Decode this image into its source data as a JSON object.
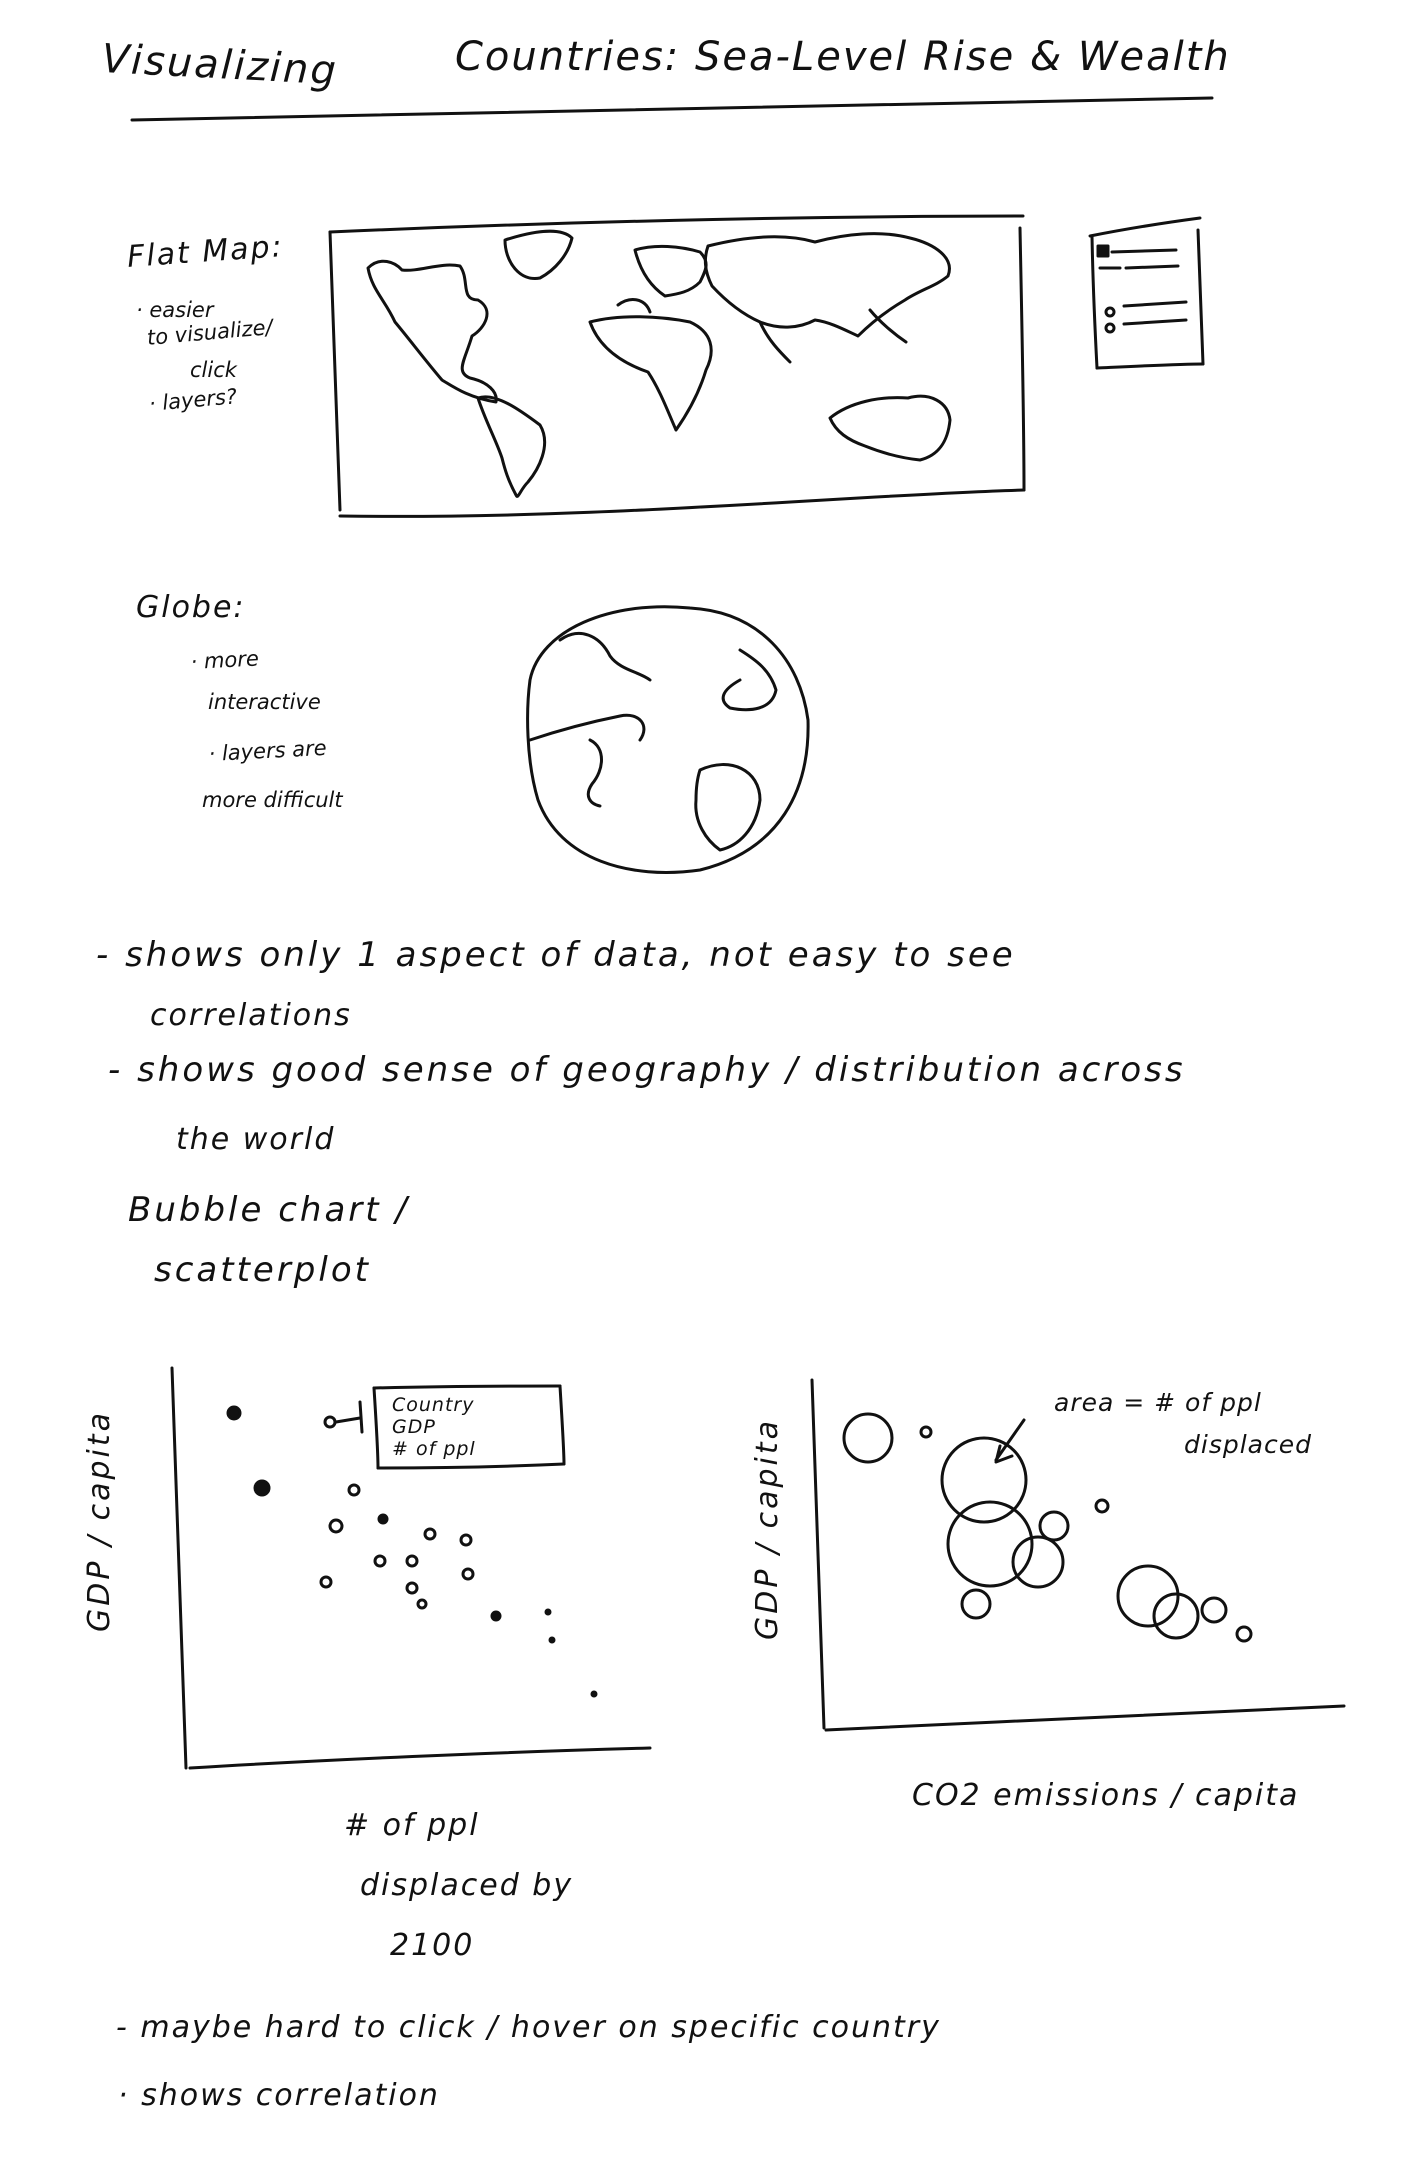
{
  "title": {
    "part1": "Visualizing",
    "part2": "Countries: Sea-Level Rise & Wealth"
  },
  "flat_map": {
    "heading": "Flat Map:",
    "bullets": [
      "· easier",
      "to visualize/",
      "click",
      "· layers?"
    ]
  },
  "globe": {
    "heading": "Globe:",
    "bullets": [
      "· more",
      "interactive",
      "· layers are",
      "more difficult"
    ]
  },
  "map_notes": [
    "- shows only 1 aspect of data, not easy to see",
    "correlations",
    "- shows good sense of geography / distribution across",
    "the world"
  ],
  "bubble_heading": [
    "Bubble chart /",
    "scatterplot"
  ],
  "scatter_chart": {
    "ylabel": "GDP / capita",
    "xlabel": [
      "# of ppl",
      "displaced by",
      "2100"
    ],
    "tooltip": [
      "Country",
      "GDP",
      "# of ppl"
    ]
  },
  "bubble_chart": {
    "ylabel": "GDP / capita",
    "xlabel": "CO2 emissions / capita",
    "annotation": [
      "area = # of ppl",
      "displaced"
    ]
  },
  "bottom_notes": [
    "- maybe hard to click / hover on specific country",
    "· shows correlation"
  ]
}
